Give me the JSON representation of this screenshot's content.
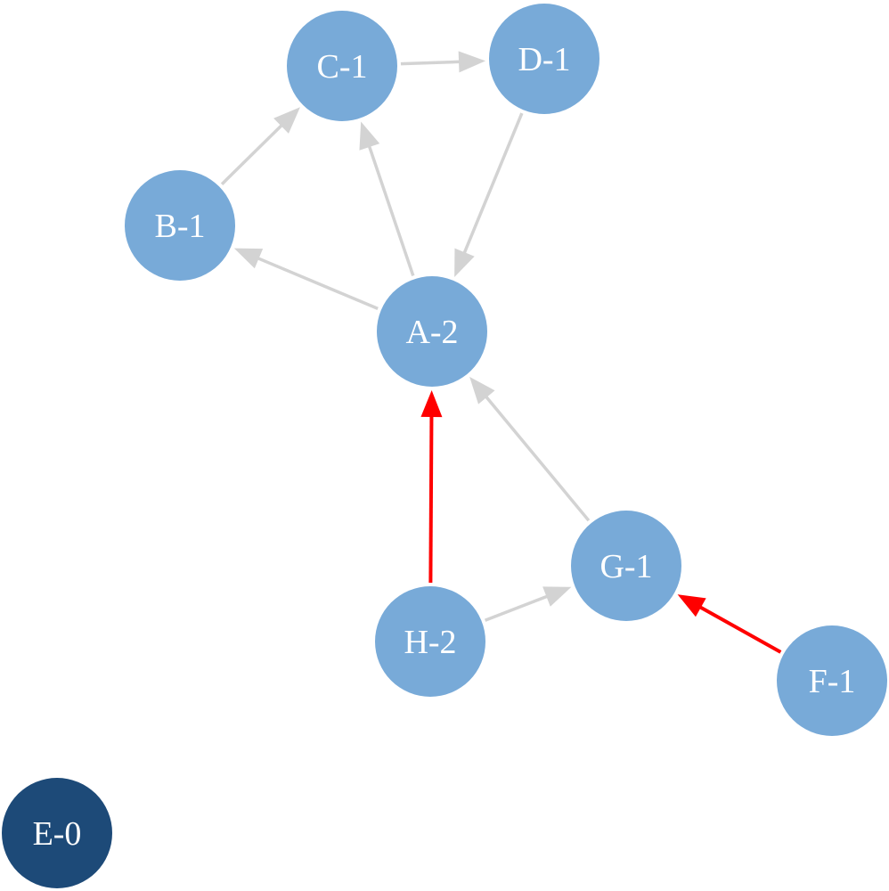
{
  "colors": {
    "node": "#78aad8",
    "node_isolated": "#1d4a78",
    "edge": "#d3d3d3",
    "edge_highlight": "#ff0000",
    "label": "#ffffff",
    "background": "#ffffff"
  },
  "nodes": [
    {
      "id": "A",
      "label": "A-2",
      "isolated": false
    },
    {
      "id": "B",
      "label": "B-1",
      "isolated": false
    },
    {
      "id": "C",
      "label": "C-1",
      "isolated": false
    },
    {
      "id": "D",
      "label": "D-1",
      "isolated": false
    },
    {
      "id": "E",
      "label": "E-0",
      "isolated": true
    },
    {
      "id": "F",
      "label": "F-1",
      "isolated": false
    },
    {
      "id": "G",
      "label": "G-1",
      "isolated": false
    },
    {
      "id": "H",
      "label": "H-2",
      "isolated": false
    }
  ],
  "edges": [
    {
      "from": "B",
      "to": "C",
      "highlight": false
    },
    {
      "from": "C",
      "to": "D",
      "highlight": false
    },
    {
      "from": "D",
      "to": "A",
      "highlight": false
    },
    {
      "from": "A",
      "to": "C",
      "highlight": false
    },
    {
      "from": "A",
      "to": "B",
      "highlight": false
    },
    {
      "from": "G",
      "to": "A",
      "highlight": false
    },
    {
      "from": "H",
      "to": "A",
      "highlight": true
    },
    {
      "from": "H",
      "to": "G",
      "highlight": false
    },
    {
      "from": "F",
      "to": "G",
      "highlight": true
    }
  ]
}
